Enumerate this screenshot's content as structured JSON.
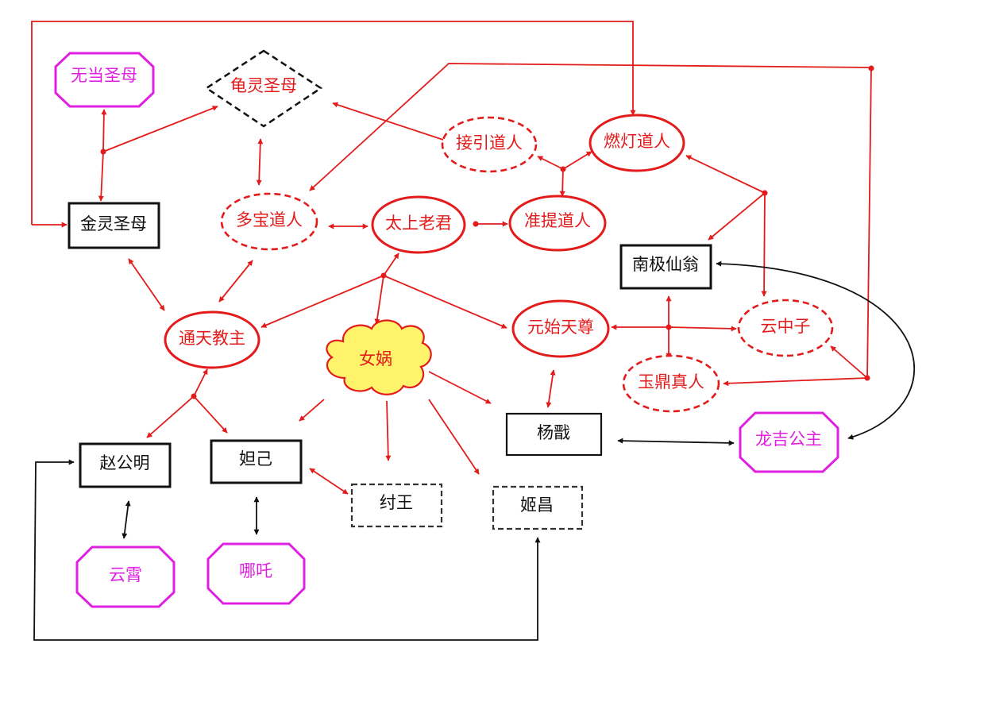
{
  "colors": {
    "red": "#e31b1b",
    "black": "#111111",
    "magenta": "#e020e0",
    "cloud_fill": "#fff36b"
  },
  "nodes": {
    "wudang": "无当圣母",
    "guiling": "龟灵圣母",
    "jinling": "金灵圣母",
    "duobao": "多宝道人",
    "taishang": "太上老君",
    "jieyin": "接引道人",
    "randeng": "燃灯道人",
    "zhunti": "准提道人",
    "nanji": "南极仙翁",
    "tongtian": "通天教主",
    "nuwa": "女娲",
    "yuanshi": "元始天尊",
    "yunzhongzi": "云中子",
    "yuding": "玉鼎真人",
    "longji": "龙吉公主",
    "yangjian": "杨戬",
    "zhaogongming": "赵公明",
    "daji": "妲己",
    "zhouwang": "纣王",
    "jichang": "姬昌",
    "yunxiao": "云霄",
    "nezha": "哪吒"
  }
}
